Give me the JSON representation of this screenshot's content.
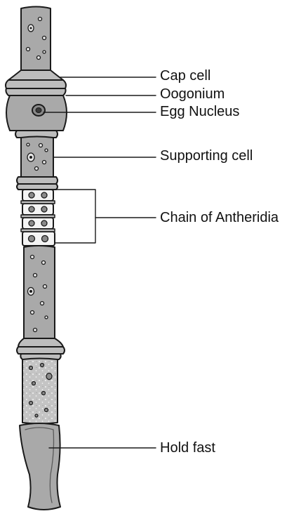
{
  "labels": {
    "cap_cell": "Cap cell",
    "oogonium": "Oogonium",
    "egg_nucleus": "Egg Nucleus",
    "supporting_cell": "Supporting cell",
    "antheridia": "Chain of Antheridia",
    "hold_fast": "Hold fast"
  },
  "colors": {
    "outline": "#1a1a1a",
    "cell_fill": "#a9a9a9",
    "light_fill": "#c9c9c9",
    "band_fill": "#bdbdbd",
    "dot_fill": "#e8e8e8"
  }
}
